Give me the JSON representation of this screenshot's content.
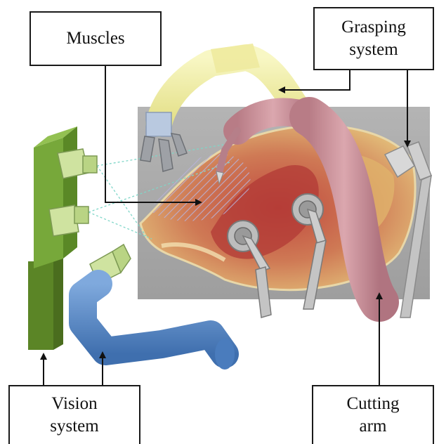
{
  "labels": {
    "muscles": "Muscles",
    "grasping_line1": "Grasping",
    "grasping_line2": "system",
    "vision_line1": "Vision",
    "vision_line2": "system",
    "cutting_line1": "Cutting",
    "cutting_line2": "arm"
  },
  "colors": {
    "vision_frame": "#6f9a2e",
    "camera": "#cfe3a0",
    "grasping_arm": "#f3f1a8",
    "gripper": "#b9c9e0",
    "cutting_arm": "#c99098",
    "tool_arm": "#c2c2c2",
    "blue_arm": "#5f8fcc",
    "meat": "#c86a52",
    "backdrop": "#a9a9a9"
  }
}
